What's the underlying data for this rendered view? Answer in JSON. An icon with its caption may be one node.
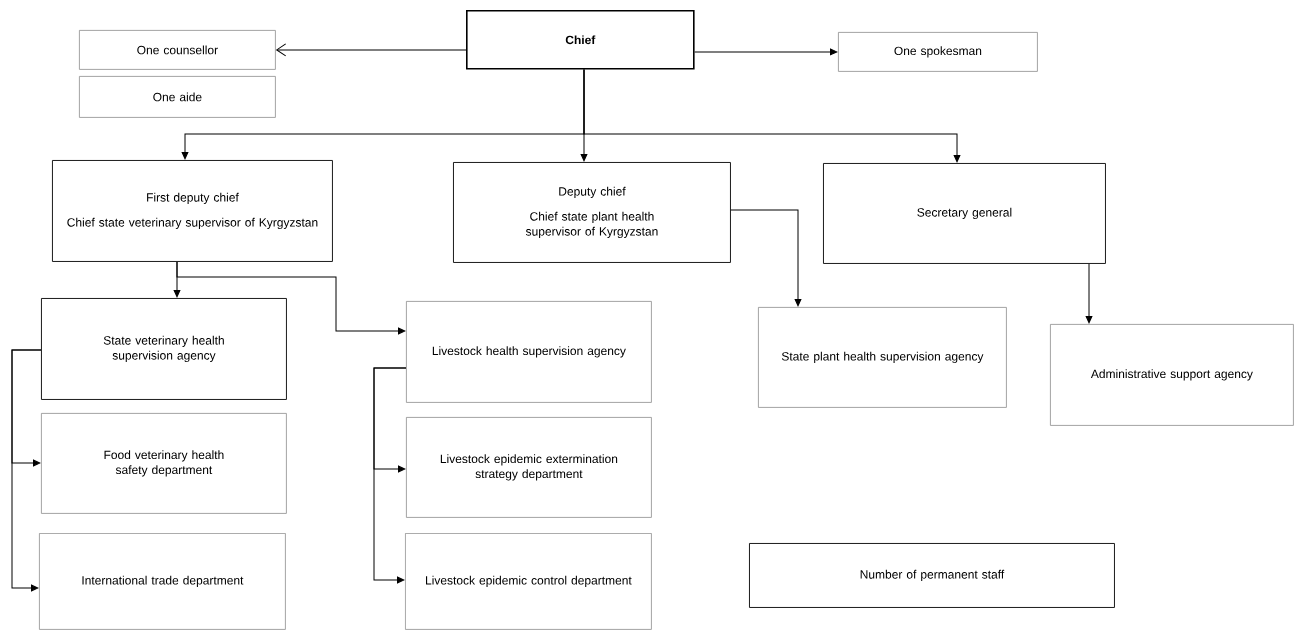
{
  "diagram": {
    "nodes": [
      {
        "text": [
          "Chief"
        ]
      },
      {
        "text": [
          "One counsellor"
        ]
      },
      {
        "text": [
          "One aide"
        ]
      },
      {
        "text": [
          "One spokesman"
        ]
      },
      {
        "text": [
          "First deputy chief",
          "Chief state veterinary supervisor of Kyrgyzstan"
        ]
      },
      {
        "text": [
          "Deputy chief",
          "Chief state plant health supervisor of Kyrgyzstan"
        ]
      },
      {
        "text": [
          "Secretary general"
        ]
      },
      {
        "text": [
          "State veterinary health supervision agency"
        ]
      },
      {
        "text": [
          "Food veterinary health safety department"
        ]
      },
      {
        "text": [
          "International trade department"
        ]
      },
      {
        "text": [
          "Livestock health supervision agency"
        ]
      },
      {
        "text": [
          "Livestock epidemic extermination strategy department"
        ]
      },
      {
        "text": [
          "Livestock epidemic control department"
        ]
      },
      {
        "text": [
          "State plant health supervision agency"
        ]
      },
      {
        "text": [
          "Administrative support agency"
        ]
      },
      {
        "text": [
          "Number of permanent staff"
        ]
      }
    ],
    "edges": [
      {
        "from": 0,
        "to": 1,
        "arrow": "to"
      },
      {
        "from": 0,
        "to": 3,
        "arrow": "to"
      },
      {
        "from": 0,
        "to": 4,
        "arrow": "to"
      },
      {
        "from": 0,
        "to": 5,
        "arrow": "to"
      },
      {
        "from": 0,
        "to": 6,
        "arrow": "to"
      },
      {
        "from": 4,
        "to": 7,
        "arrow": "to"
      },
      {
        "from": 4,
        "to": 10,
        "arrow": "to"
      },
      {
        "from": 5,
        "to": 13,
        "arrow": "to"
      },
      {
        "from": 6,
        "to": 14,
        "arrow": "to"
      },
      {
        "from": 7,
        "to": 8,
        "arrow": "to"
      },
      {
        "from": 7,
        "to": 9,
        "arrow": "to"
      },
      {
        "from": 10,
        "to": 11,
        "arrow": "to"
      },
      {
        "from": 10,
        "to": 12,
        "arrow": "to"
      }
    ]
  }
}
